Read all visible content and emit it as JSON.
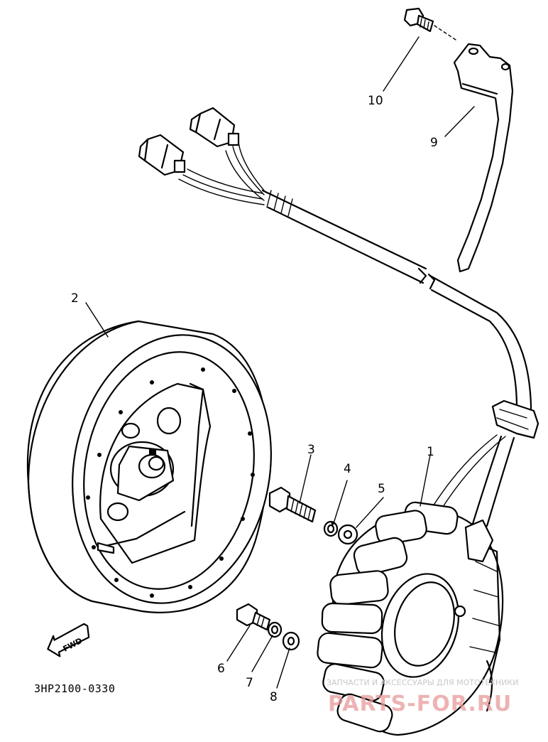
{
  "diagram": {
    "code": "3HP2100-0330",
    "fwd_label": "FWD",
    "callouts": [
      {
        "id": "1",
        "label": "1"
      },
      {
        "id": "2",
        "label": "2"
      },
      {
        "id": "3",
        "label": "3"
      },
      {
        "id": "4",
        "label": "4"
      },
      {
        "id": "5",
        "label": "5"
      },
      {
        "id": "6",
        "label": "6"
      },
      {
        "id": "7",
        "label": "7"
      },
      {
        "id": "8",
        "label": "8"
      },
      {
        "id": "9",
        "label": "9"
      },
      {
        "id": "10",
        "label": "10"
      }
    ]
  },
  "watermark": {
    "line1": "ЗАПЧАСТИ И АКСЕССУАРЫ ДЛЯ МОТОТЕХНИКИ",
    "line2": "PARTS-FOR.RU",
    "color": "#e89a9a"
  }
}
